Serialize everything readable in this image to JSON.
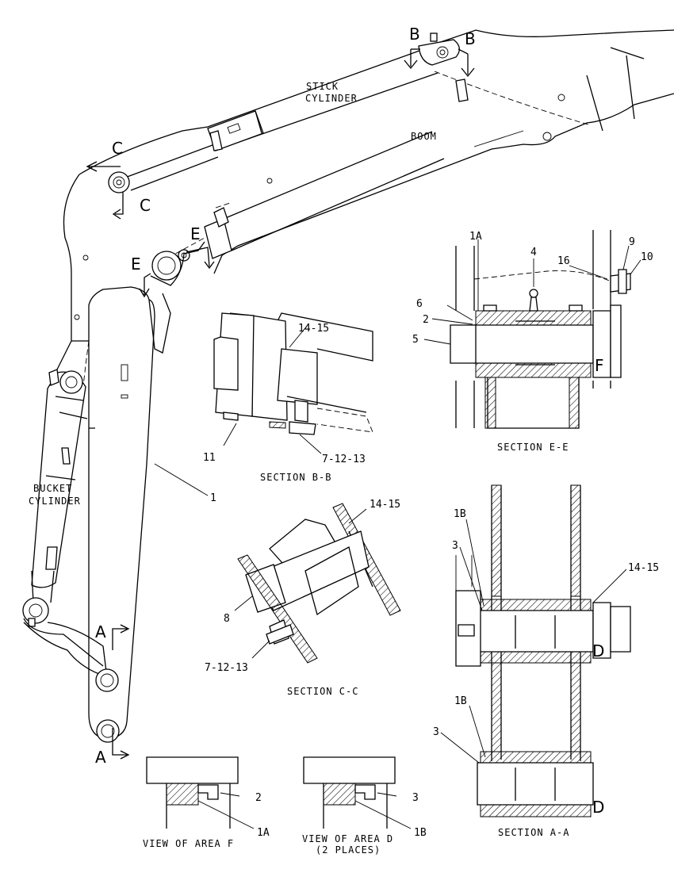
{
  "labels": {
    "stick_cylinder_1": "STICK",
    "stick_cylinder_2": "CYLINDER",
    "boom": "BOOM",
    "bucket_cylinder_1": "BUCKET",
    "bucket_cylinder_2": "CYLINDER"
  },
  "section_markers": {
    "A": "A",
    "B": "B",
    "C": "C",
    "D": "D",
    "E": "E",
    "F": "F"
  },
  "callouts": {
    "p1": "1",
    "p1A": "1A",
    "p1B": "1B",
    "p2": "2",
    "p3": "3",
    "p4": "4",
    "p5": "5",
    "p6": "6",
    "p8": "8",
    "p9": "9",
    "p10": "10",
    "p11": "11",
    "p16": "16",
    "p14_15": "14-15",
    "p7_12_13": "7-12-13"
  },
  "captions": {
    "section_bb": "SECTION B-B",
    "section_cc": "SECTION C-C",
    "section_ee": "SECTION E-E",
    "section_aa": "SECTION A-A",
    "view_f": "VIEW OF AREA F",
    "view_d_1": "VIEW OF AREA D",
    "view_d_2": "(2 PLACES)"
  }
}
